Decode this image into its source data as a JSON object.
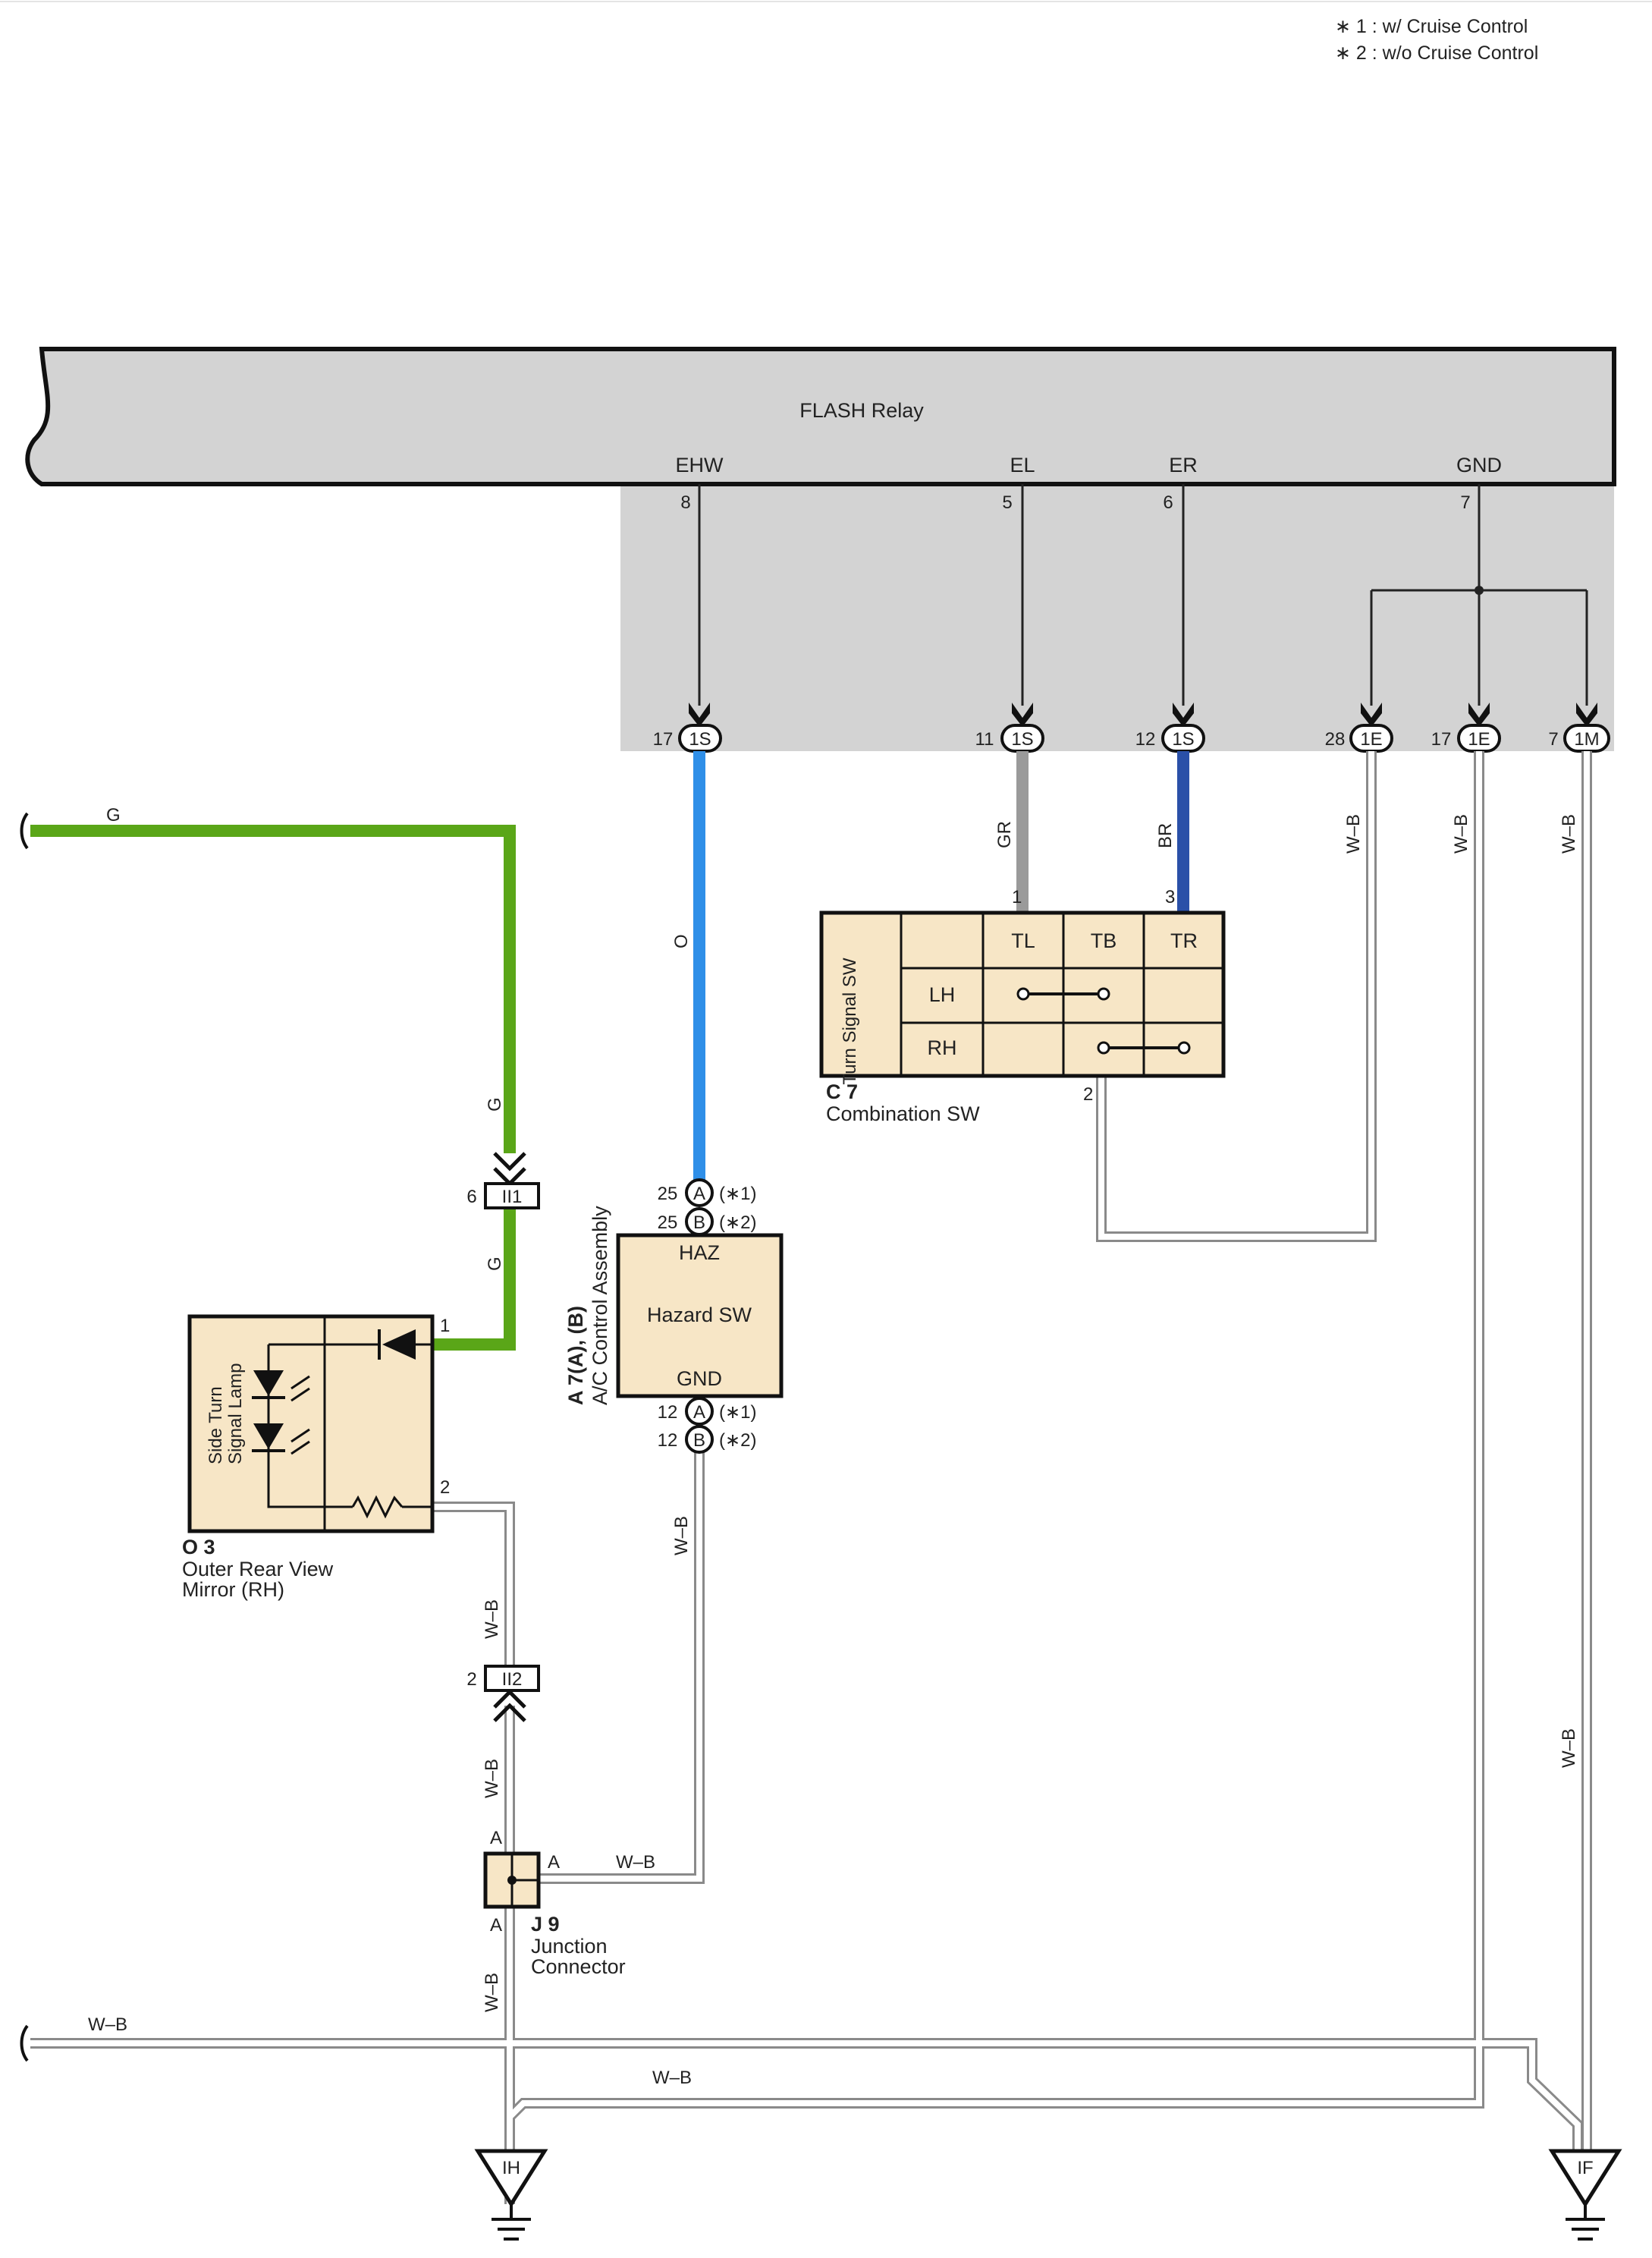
{
  "notes": [
    "∗ 1 : w/ Cruise Control",
    "∗ 2 : w/o Cruise Control"
  ],
  "flash_relay": {
    "title": "FLASH Relay",
    "terminals": [
      {
        "name": "EHW",
        "pin": "8"
      },
      {
        "name": "EL",
        "pin": "5"
      },
      {
        "name": "ER",
        "pin": "6"
      },
      {
        "name": "GND",
        "pin": "7"
      }
    ]
  },
  "connectors": {
    "c1s_17": {
      "pin": "17",
      "id": "1S"
    },
    "c1s_11": {
      "pin": "11",
      "id": "1S"
    },
    "c1s_12": {
      "pin": "12",
      "id": "1S"
    },
    "c1e_28": {
      "pin": "28",
      "id": "1E"
    },
    "c1e_17": {
      "pin": "17",
      "id": "1E"
    },
    "c1m_7": {
      "pin": "7",
      "id": "1M"
    },
    "ii1": {
      "pin": "6",
      "id": "II1"
    },
    "ii2": {
      "pin": "2",
      "id": "II2"
    }
  },
  "wires": {
    "g": "G",
    "o": "O",
    "gr": "GR",
    "br": "BR",
    "wb": "W–B"
  },
  "colors": {
    "green": "#5aa618",
    "orange_wire": "#2f8fe8",
    "gray_wire": "#9a9a9a",
    "brown_wire": "#2a50a8",
    "relay_fill": "#d3d3d3",
    "component_fill": "#f7e6c6"
  },
  "combination_sw": {
    "code": "C 7",
    "name": "Combination SW",
    "side_label": "Turn Signal SW",
    "columns": [
      "TL",
      "TB",
      "TR"
    ],
    "rows": [
      "LH",
      "RH"
    ],
    "pin_left": "1",
    "pin_right": "3",
    "pin_bottom": "2"
  },
  "hazard_sw": {
    "code": "A 7(A), (B)",
    "name": "A/C Control Assembly",
    "top_label": "HAZ",
    "center_label": "Hazard SW",
    "bottom_label": "GND",
    "pins": [
      {
        "pin": "25",
        "conn": "A",
        "note": "(∗1)"
      },
      {
        "pin": "25",
        "conn": "B",
        "note": "(∗2)"
      },
      {
        "pin": "12",
        "conn": "A",
        "note": "(∗1)"
      },
      {
        "pin": "12",
        "conn": "B",
        "note": "(∗2)"
      }
    ]
  },
  "side_turn_lamp": {
    "code": "O 3",
    "name_line1": "Outer Rear View",
    "name_line2": "Mirror (RH)",
    "label_line1": "Side Turn",
    "label_line2": "Signal Lamp",
    "pin_top": "1",
    "pin_bottom": "2"
  },
  "junction": {
    "code": "J 9",
    "name_line1": "Junction",
    "name_line2": "Connector",
    "pin": "A"
  },
  "grounds": [
    "IH",
    "IF"
  ]
}
